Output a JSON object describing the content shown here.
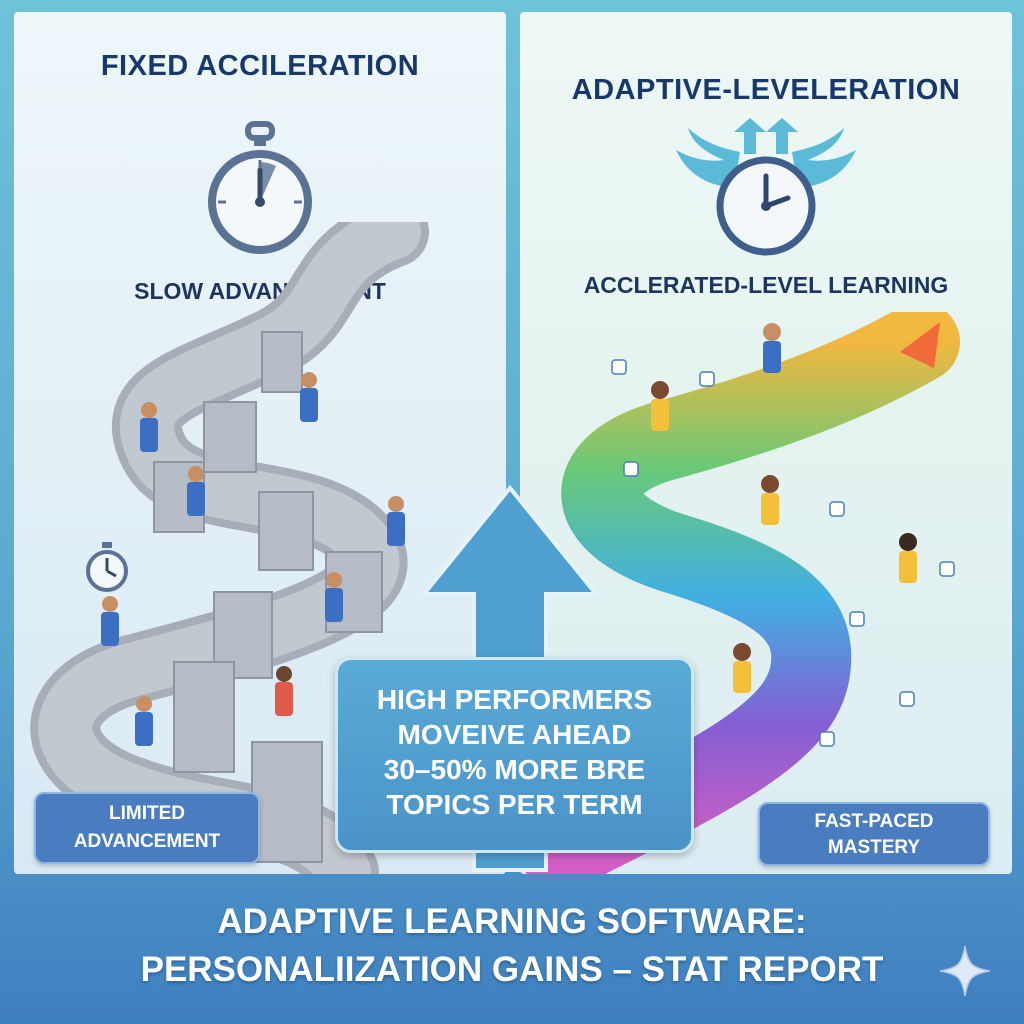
{
  "left": {
    "title": "FIXED ACCILERATION",
    "subtitle": "SLOW ADVANCEMENT",
    "label_line1": "LIMITED",
    "label_line2": "ADVANCEMENT"
  },
  "right": {
    "title": "ADAPTIVE-LEVELERATION",
    "subtitle": "ACCLERATED-LEVEL LEARNING",
    "label_line1": "FAST-PACED",
    "label_line2": "MASTERY"
  },
  "callout": {
    "line1": "HIGH PERFORMERS",
    "line2": "MOVEIVE AHEAD",
    "line3": "30–50% MORE BRE",
    "line4": "TOPICS PER TERM"
  },
  "footer": {
    "line1": "ADAPTIVE LEARNING SOFTWARE:",
    "line2": "PERSONALIIZATION GAINS – STAT REPORT"
  },
  "icons": {
    "left_top": "stopwatch-icon",
    "right_top": "winged-clock-icon",
    "footer_decor": "sparkle-icon"
  },
  "colors": {
    "accent_blue": "#4a7cc0",
    "title_navy": "#17386a",
    "rainbow": [
      "#f3b12c",
      "#5cc46a",
      "#2fa8e0",
      "#7a4fd0",
      "#d04fc0"
    ]
  }
}
